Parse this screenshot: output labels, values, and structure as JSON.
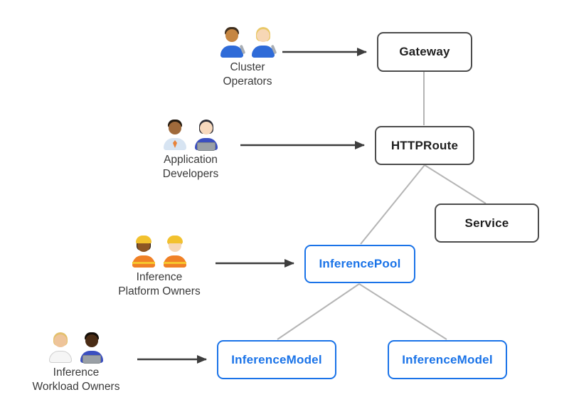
{
  "diagram": {
    "background": "#ffffff",
    "colors": {
      "core_node_border": "#4c4c4c",
      "core_node_text": "#1f1f1f",
      "inference_node_border": "#1a73e8",
      "inference_node_text": "#1a73e8",
      "edge_line": "#b5b5b5",
      "arrow": "#3d3d3d",
      "persona_label_text": "#3a3a3a"
    },
    "personas": [
      {
        "label": "Cluster\nOperators",
        "emoji": "👨🏽‍🔧 👩🏼‍🔧",
        "people": [
          "man-mechanic",
          "woman-mechanic"
        ],
        "points_to": "Gateway"
      },
      {
        "label": "Application\nDevelopers",
        "emoji": "👨🏾‍💼 👩🏻‍💻",
        "people": [
          "man-office-worker",
          "woman-technologist"
        ],
        "points_to": "HTTPRoute"
      },
      {
        "label": "Inference\nPlatform Owners",
        "emoji": "👷🏾‍♀️ 👷🏻",
        "people": [
          "woman-construction-worker",
          "man-construction-worker"
        ],
        "points_to": "InferencePool"
      },
      {
        "label": "Inference\nWorkload Owners",
        "emoji": "🧑🏼‍⚕️ 👨🏿‍💻",
        "people": [
          "health-worker",
          "man-technologist"
        ],
        "points_to": "InferenceModel"
      }
    ],
    "nodes": [
      {
        "id": "gateway",
        "label": "Gateway",
        "type": "core"
      },
      {
        "id": "httproute",
        "label": "HTTPRoute",
        "type": "core"
      },
      {
        "id": "service",
        "label": "Service",
        "type": "core"
      },
      {
        "id": "inferencepool",
        "label": "InferencePool",
        "type": "inference"
      },
      {
        "id": "inferencemodel-1",
        "label": "InferenceModel",
        "type": "inference"
      },
      {
        "id": "inferencemodel-2",
        "label": "InferenceModel",
        "type": "inference"
      }
    ],
    "edges": [
      {
        "from": "Gateway",
        "to": "HTTPRoute"
      },
      {
        "from": "HTTPRoute",
        "to": "Service"
      },
      {
        "from": "HTTPRoute",
        "to": "InferencePool"
      },
      {
        "from": "InferencePool",
        "to": "InferenceModel-1"
      },
      {
        "from": "InferencePool",
        "to": "InferenceModel-2"
      }
    ]
  }
}
